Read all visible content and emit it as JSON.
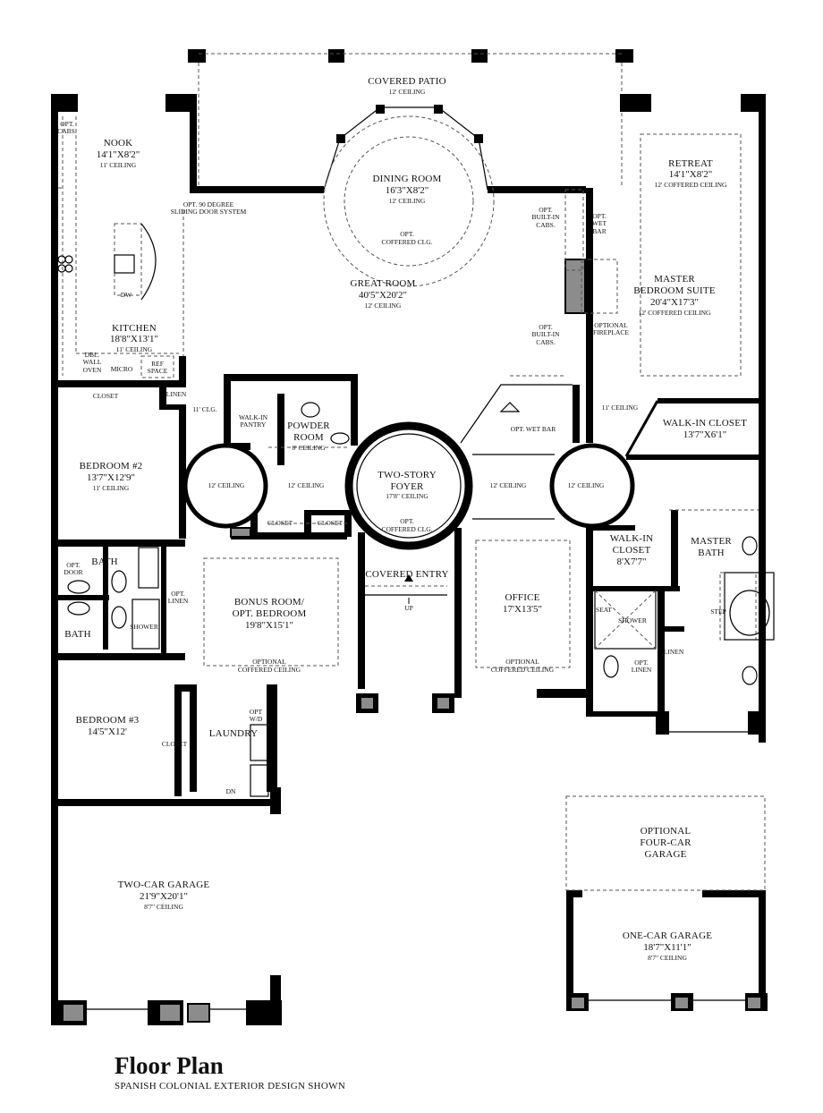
{
  "title": "Floor Plan",
  "subtitle": "SPANISH COLONIAL EXTERIOR DESIGN SHOWN",
  "rooms": {
    "covered_patio": {
      "name": "COVERED PATIO",
      "ceiling": "12' CEILING"
    },
    "nook": {
      "name": "NOOK",
      "dim": "14'1\"X8'2\"",
      "ceiling": "11' CEILING"
    },
    "dining": {
      "name": "DINING ROOM",
      "dim": "16'3\"X8'2\"",
      "ceiling": "12' CEILING",
      "note1": "OPT.",
      "note2": "COFFERED CLG."
    },
    "retreat": {
      "name": "RETREAT",
      "dim": "14'1\"X8'2\"",
      "ceiling": "12' COFFERED CEILING"
    },
    "great_room": {
      "name": "GREAT ROOM",
      "dim": "40'5\"X20'2\"",
      "ceiling": "12' CEILING"
    },
    "master_suite": {
      "name1": "MASTER",
      "name2": "BEDROOM SUITE",
      "dim": "20'4\"X17'3\"",
      "ceiling": "12' COFFERED CEILING"
    },
    "kitchen": {
      "name": "KITCHEN",
      "dim": "18'8\"X13'1\"",
      "ceiling": "11' CEILING"
    },
    "bedroom2": {
      "name": "BEDROOM #2",
      "dim": "13'7\"X12'9\"",
      "ceiling": "11' CEILING"
    },
    "walkin_pantry": {
      "line1": "WALK-IN",
      "line2": "PANTRY"
    },
    "powder": {
      "line1": "POWDER",
      "line2": "ROOM",
      "ceiling": "8' CEILING"
    },
    "foyer": {
      "name1": "TWO-STORY",
      "name2": "FOYER",
      "ceiling": "17'8\" CEILING",
      "note1": "OPT.",
      "note2": "COFFERED CLG."
    },
    "walkin_closet_master": {
      "name": "WALK-IN CLOSET",
      "dim": "13'7\"X6'1\""
    },
    "walkin_closet_small": {
      "line1": "WALK-IN",
      "line2": "CLOSET",
      "dim": "8'X7'7\""
    },
    "master_bath": {
      "line1": "MASTER",
      "line2": "BATH"
    },
    "bonus": {
      "name1": "BONUS ROOM/",
      "name2": "OPT. BEDROOM",
      "dim": "19'8\"X15'1\"",
      "note1": "OPTIONAL",
      "note2": "COFFERED CEILING"
    },
    "covered_entry": {
      "name": "COVERED ENTRY"
    },
    "office": {
      "name": "OFFICE",
      "dim": "17'X13'5\"",
      "note1": "OPTIONAL",
      "note2": "COFFERED CEILING"
    },
    "bedroom3": {
      "name": "BEDROOM #3",
      "dim": "14'5\"X12'"
    },
    "laundry": {
      "name": "LAUNDRY"
    },
    "two_car": {
      "name": "TWO-CAR GARAGE",
      "dim": "21'9\"X20'1\"",
      "ceiling": "8'7\" CEILING"
    },
    "opt_four_car": {
      "line1": "OPTIONAL",
      "line2": "FOUR-CAR",
      "line3": "GARAGE"
    },
    "one_car": {
      "name": "ONE-CAR GARAGE",
      "dim": "18'7\"X11'1\"",
      "ceiling": "8'7\" CEILING"
    }
  },
  "notes": {
    "opt_cabs_1": "OPT.",
    "opt_cabs_2": "CABS.",
    "sliding_1": "OPT. 90 DEGREE",
    "sliding_2": "SLIDING DOOR SYSTEM",
    "builtin_top_1": "OPT.",
    "builtin_top_2": "BUILT-IN",
    "builtin_top_3": "CABS.",
    "builtin_bot_1": "OPT.",
    "builtin_bot_2": "BUILT-IN",
    "builtin_bot_3": "CABS.",
    "wetbar_1": "OPT.",
    "wetbar_2": "WET",
    "wetbar_3": "BAR",
    "fireplace_1": "OPTIONAL",
    "fireplace_2": "FIREPLACE",
    "dw": "DW",
    "dbl_wall_oven_1": "DBL.",
    "dbl_wall_oven_2": "WALL",
    "dbl_wall_oven_3": "OVEN",
    "micro": "MICRO",
    "ref_1": "REF",
    "ref_2": "SPACE",
    "closet_top": "CLOSET",
    "linen_top": "LINEN",
    "clg_11_left": "11' CLG.",
    "clg_11_right": "11' CEILING",
    "opt_wet_bar": "OPT. WET BAR",
    "clg_12_a": "12' CEILING",
    "clg_12_b": "12' CEILING",
    "clg_12_c": "12' CEILING",
    "clg_12_d": "12' CEILING",
    "closet_a": "CLOSET",
    "closet_b": "CLOSET",
    "bath_top": "BATH",
    "bath_bottom": "BATH",
    "opt_door_1": "OPT.",
    "opt_door_2": "DOOR",
    "shower_left": "SHOWER",
    "opt_linen_1": "OPT.",
    "opt_linen_2": "LINEN",
    "up": "UP",
    "seat": "SEAT",
    "shower_right": "SHOWER",
    "linen_right": "LINEN",
    "opt_linen_r1": "OPT.",
    "opt_linen_r2": "LINEN",
    "step": "STEP",
    "closet_bed3": "CLOSET",
    "opt_wd_1": "OPT",
    "opt_wd_2": "W/D",
    "dn": "DN"
  }
}
